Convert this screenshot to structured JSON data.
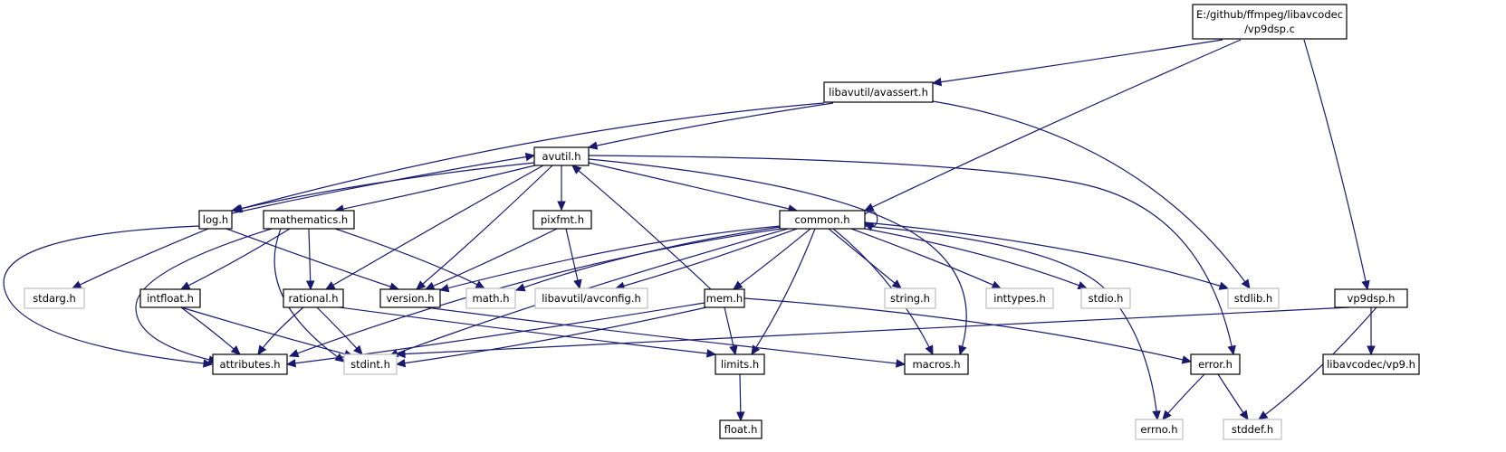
{
  "graph": {
    "colors": {
      "edge": "#191970",
      "node_border_documented": "#000000",
      "node_border_external": "#bfbfbf",
      "root_fill": "#bfbfbf",
      "node_fill": "#ffffff"
    },
    "nodes": [
      {
        "id": "root",
        "label": "E:/github/ffmpeg/libavcodec",
        "label2": "/vp9dsp.c",
        "kind": "root"
      },
      {
        "id": "avassert",
        "label": "libavutil/avassert.h",
        "kind": "documented"
      },
      {
        "id": "avutil",
        "label": "avutil.h",
        "kind": "documented"
      },
      {
        "id": "log",
        "label": "log.h",
        "kind": "documented"
      },
      {
        "id": "mathematics",
        "label": "mathematics.h",
        "kind": "documented"
      },
      {
        "id": "pixfmt",
        "label": "pixfmt.h",
        "kind": "documented"
      },
      {
        "id": "common",
        "label": "common.h",
        "kind": "documented"
      },
      {
        "id": "vp9dsp",
        "label": "vp9dsp.h",
        "kind": "documented"
      },
      {
        "id": "stdarg",
        "label": "stdarg.h",
        "kind": "external"
      },
      {
        "id": "intfloat",
        "label": "intfloat.h",
        "kind": "documented"
      },
      {
        "id": "rational",
        "label": "rational.h",
        "kind": "documented"
      },
      {
        "id": "version",
        "label": "version.h",
        "kind": "documented"
      },
      {
        "id": "math",
        "label": "math.h",
        "kind": "external"
      },
      {
        "id": "avconfig",
        "label": "libavutil/avconfig.h",
        "kind": "external"
      },
      {
        "id": "mem",
        "label": "mem.h",
        "kind": "documented"
      },
      {
        "id": "string",
        "label": "string.h",
        "kind": "external"
      },
      {
        "id": "inttypes",
        "label": "inttypes.h",
        "kind": "external"
      },
      {
        "id": "stdio",
        "label": "stdio.h",
        "kind": "external"
      },
      {
        "id": "stdlib",
        "label": "stdlib.h",
        "kind": "external"
      },
      {
        "id": "attributes",
        "label": "attributes.h",
        "kind": "documented"
      },
      {
        "id": "stdint",
        "label": "stdint.h",
        "kind": "external"
      },
      {
        "id": "limits",
        "label": "limits.h",
        "kind": "documented"
      },
      {
        "id": "macros",
        "label": "macros.h",
        "kind": "documented"
      },
      {
        "id": "error",
        "label": "error.h",
        "kind": "documented"
      },
      {
        "id": "libavcodec_vp9",
        "label": "libavcodec/vp9.h",
        "kind": "documented"
      },
      {
        "id": "float",
        "label": "float.h",
        "kind": "documented"
      },
      {
        "id": "errno",
        "label": "errno.h",
        "kind": "external"
      },
      {
        "id": "stddef",
        "label": "stddef.h",
        "kind": "external"
      }
    ],
    "edges": [
      {
        "from": "root",
        "to": "avassert"
      },
      {
        "from": "root",
        "to": "common"
      },
      {
        "from": "root",
        "to": "vp9dsp"
      },
      {
        "from": "avassert",
        "to": "avutil"
      },
      {
        "from": "avassert",
        "to": "log"
      },
      {
        "from": "avassert",
        "to": "stdlib"
      },
      {
        "from": "avutil",
        "to": "log"
      },
      {
        "from": "avutil",
        "to": "mathematics"
      },
      {
        "from": "avutil",
        "to": "pixfmt"
      },
      {
        "from": "avutil",
        "to": "common"
      },
      {
        "from": "avutil",
        "to": "rational"
      },
      {
        "from": "avutil",
        "to": "version"
      },
      {
        "from": "avutil",
        "to": "macros"
      },
      {
        "from": "avutil",
        "to": "error"
      },
      {
        "from": "log",
        "to": "avutil"
      },
      {
        "from": "log",
        "to": "stdarg"
      },
      {
        "from": "log",
        "to": "attributes"
      },
      {
        "from": "log",
        "to": "version"
      },
      {
        "from": "mathematics",
        "to": "stdint"
      },
      {
        "from": "mathematics",
        "to": "math"
      },
      {
        "from": "mathematics",
        "to": "attributes"
      },
      {
        "from": "mathematics",
        "to": "intfloat"
      },
      {
        "from": "mathematics",
        "to": "rational"
      },
      {
        "from": "pixfmt",
        "to": "version"
      },
      {
        "from": "pixfmt",
        "to": "avconfig"
      },
      {
        "from": "common",
        "to": "common"
      },
      {
        "from": "common",
        "to": "errno"
      },
      {
        "from": "common",
        "to": "inttypes"
      },
      {
        "from": "common",
        "to": "limits"
      },
      {
        "from": "common",
        "to": "math"
      },
      {
        "from": "common",
        "to": "stdint"
      },
      {
        "from": "common",
        "to": "stdio"
      },
      {
        "from": "common",
        "to": "stdlib"
      },
      {
        "from": "common",
        "to": "string"
      },
      {
        "from": "common",
        "to": "attributes"
      },
      {
        "from": "common",
        "to": "macros"
      },
      {
        "from": "common",
        "to": "version"
      },
      {
        "from": "common",
        "to": "avconfig"
      },
      {
        "from": "common",
        "to": "mem"
      },
      {
        "from": "vp9dsp",
        "to": "stdint"
      },
      {
        "from": "vp9dsp",
        "to": "stddef"
      },
      {
        "from": "vp9dsp",
        "to": "libavcodec_vp9"
      },
      {
        "from": "intfloat",
        "to": "stdint"
      },
      {
        "from": "intfloat",
        "to": "attributes"
      },
      {
        "from": "rational",
        "to": "stdint"
      },
      {
        "from": "rational",
        "to": "limits"
      },
      {
        "from": "rational",
        "to": "attributes"
      },
      {
        "from": "version",
        "to": "macros"
      },
      {
        "from": "mem",
        "to": "error"
      },
      {
        "from": "mem",
        "to": "stdint"
      },
      {
        "from": "mem",
        "to": "limits"
      },
      {
        "from": "mem",
        "to": "attributes"
      },
      {
        "from": "mem",
        "to": "avutil"
      },
      {
        "from": "limits",
        "to": "float"
      },
      {
        "from": "error",
        "to": "errno"
      },
      {
        "from": "error",
        "to": "stddef"
      }
    ]
  }
}
